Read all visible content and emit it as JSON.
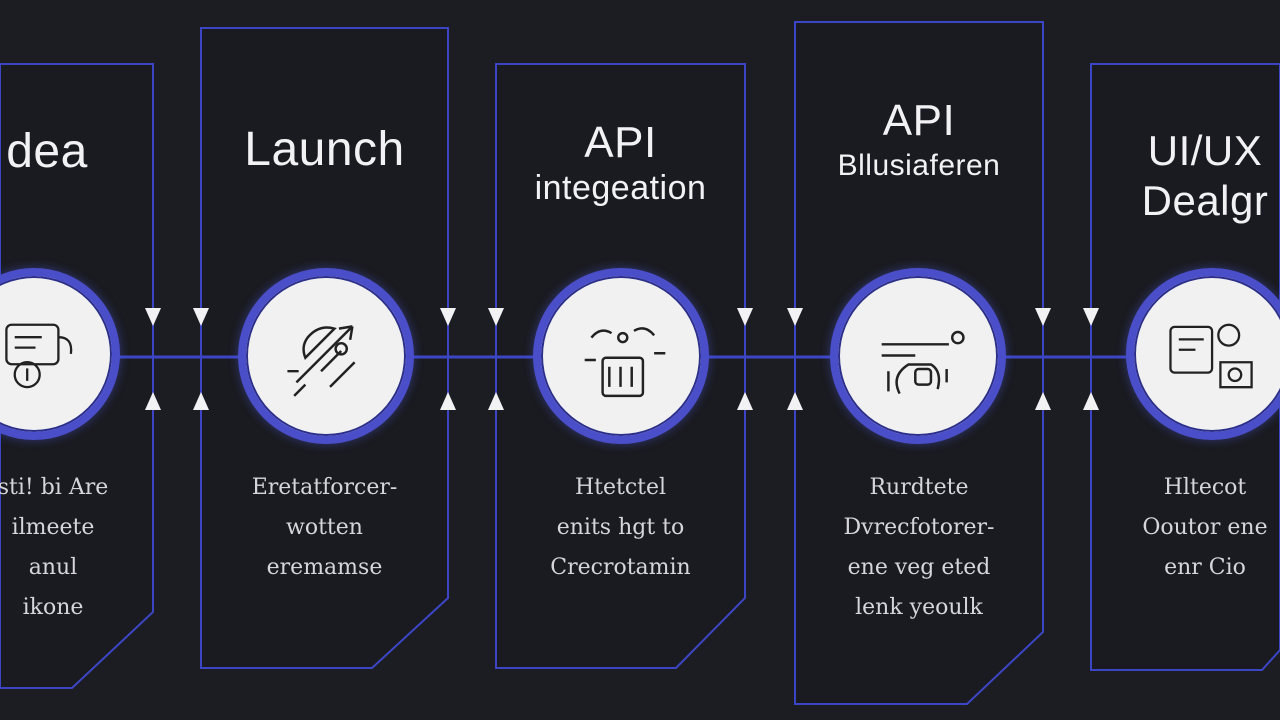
{
  "colors": {
    "background": "#1c1d22",
    "panel": "#1a1b20",
    "accent": "#4a4fc9",
    "border": "#3c46c4",
    "text": "#f2f2f4",
    "circle_fill": "#f1f1f1"
  },
  "steps": [
    {
      "title_lines": [
        "dea"
      ],
      "description": [
        "sti! bi Are",
        "ilmeete",
        "anul",
        "ikone"
      ],
      "icon": "idea-sketch-icon"
    },
    {
      "title_lines": [
        "Launch"
      ],
      "description": [
        "Eretatforcer-",
        "wotten",
        "eremamse"
      ],
      "icon": "launch-sketch-icon"
    },
    {
      "title_lines": [
        "API",
        "integeation"
      ],
      "description": [
        "Htetctel",
        "enits hgt to",
        "Crecrotamin"
      ],
      "icon": "api-integration-sketch-icon"
    },
    {
      "title_lines": [
        "API",
        "Bllusiaferen"
      ],
      "description": [
        "Rurdtete",
        "Dvrecfotorer-",
        "ene veg eted",
        "lenk yeoulk"
      ],
      "icon": "api-sketch-icon"
    },
    {
      "title_lines": [
        "UI/UX",
        "Dealgr"
      ],
      "description": [
        "Hltecot",
        "Ooutor ene",
        "enr Cio"
      ],
      "icon": "ui-ux-sketch-icon"
    }
  ]
}
